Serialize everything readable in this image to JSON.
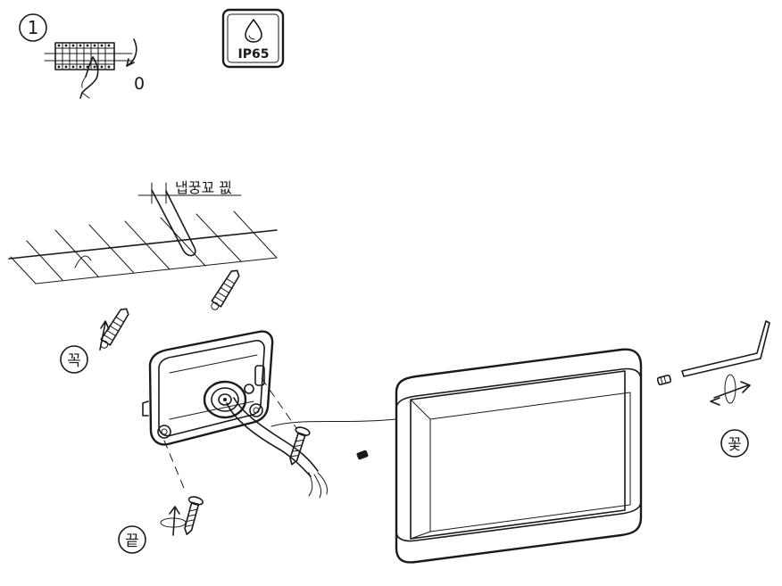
{
  "steps": {
    "step_1": "1",
    "step_2": "꼭",
    "step_3": "끝",
    "step_4": "꽃"
  },
  "wire_clamp": {
    "rotation_label": "0"
  },
  "badge": {
    "rating": "IP65",
    "icon": "water-drop-icon"
  },
  "wall": {
    "caption": "냅꿍꾜 끲"
  },
  "colors": {
    "ink": "#1a1a1a",
    "background": "#ffffff"
  }
}
